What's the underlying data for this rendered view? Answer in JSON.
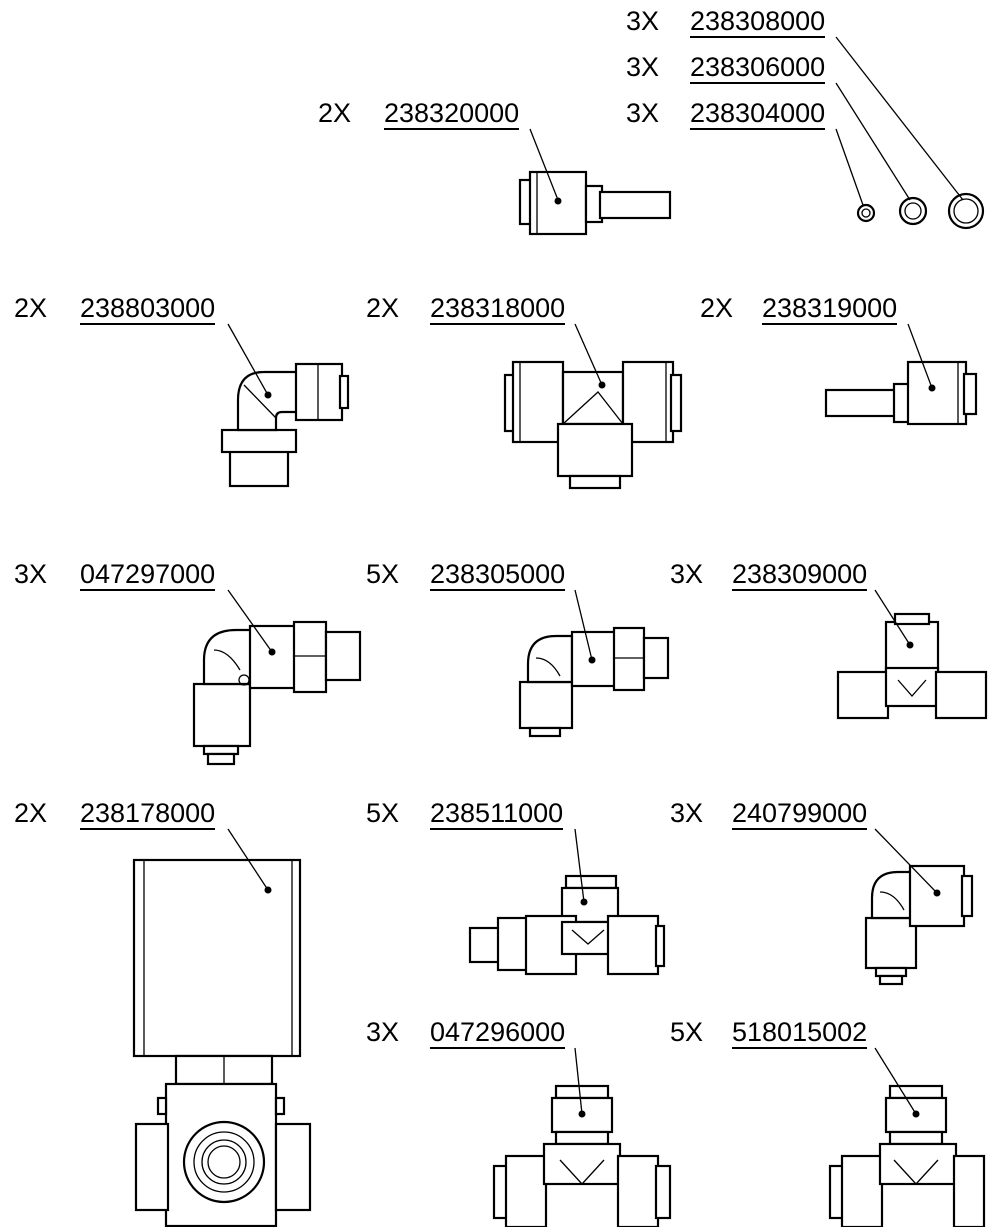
{
  "parts": [
    {
      "id": "p238308000",
      "qty": "3X",
      "part_number": "238308000"
    },
    {
      "id": "p238306000",
      "qty": "3X",
      "part_number": "238306000"
    },
    {
      "id": "p238320000",
      "qty": "2X",
      "part_number": "238320000"
    },
    {
      "id": "p238304000",
      "qty": "3X",
      "part_number": "238304000"
    },
    {
      "id": "p238803000",
      "qty": "2X",
      "part_number": "238803000"
    },
    {
      "id": "p238318000",
      "qty": "2X",
      "part_number": "238318000"
    },
    {
      "id": "p238319000",
      "qty": "2X",
      "part_number": "238319000"
    },
    {
      "id": "p047297000",
      "qty": "3X",
      "part_number": "047297000"
    },
    {
      "id": "p238305000",
      "qty": "5X",
      "part_number": "238305000"
    },
    {
      "id": "p238309000",
      "qty": "3X",
      "part_number": "238309000"
    },
    {
      "id": "p238178000",
      "qty": "2X",
      "part_number": "238178000"
    },
    {
      "id": "p238511000",
      "qty": "5X",
      "part_number": "238511000"
    },
    {
      "id": "p240799000",
      "qty": "3X",
      "part_number": "240799000"
    },
    {
      "id": "p047296000",
      "qty": "3X",
      "part_number": "047296000"
    },
    {
      "id": "p518015002",
      "qty": "5X",
      "part_number": "518015002"
    }
  ]
}
